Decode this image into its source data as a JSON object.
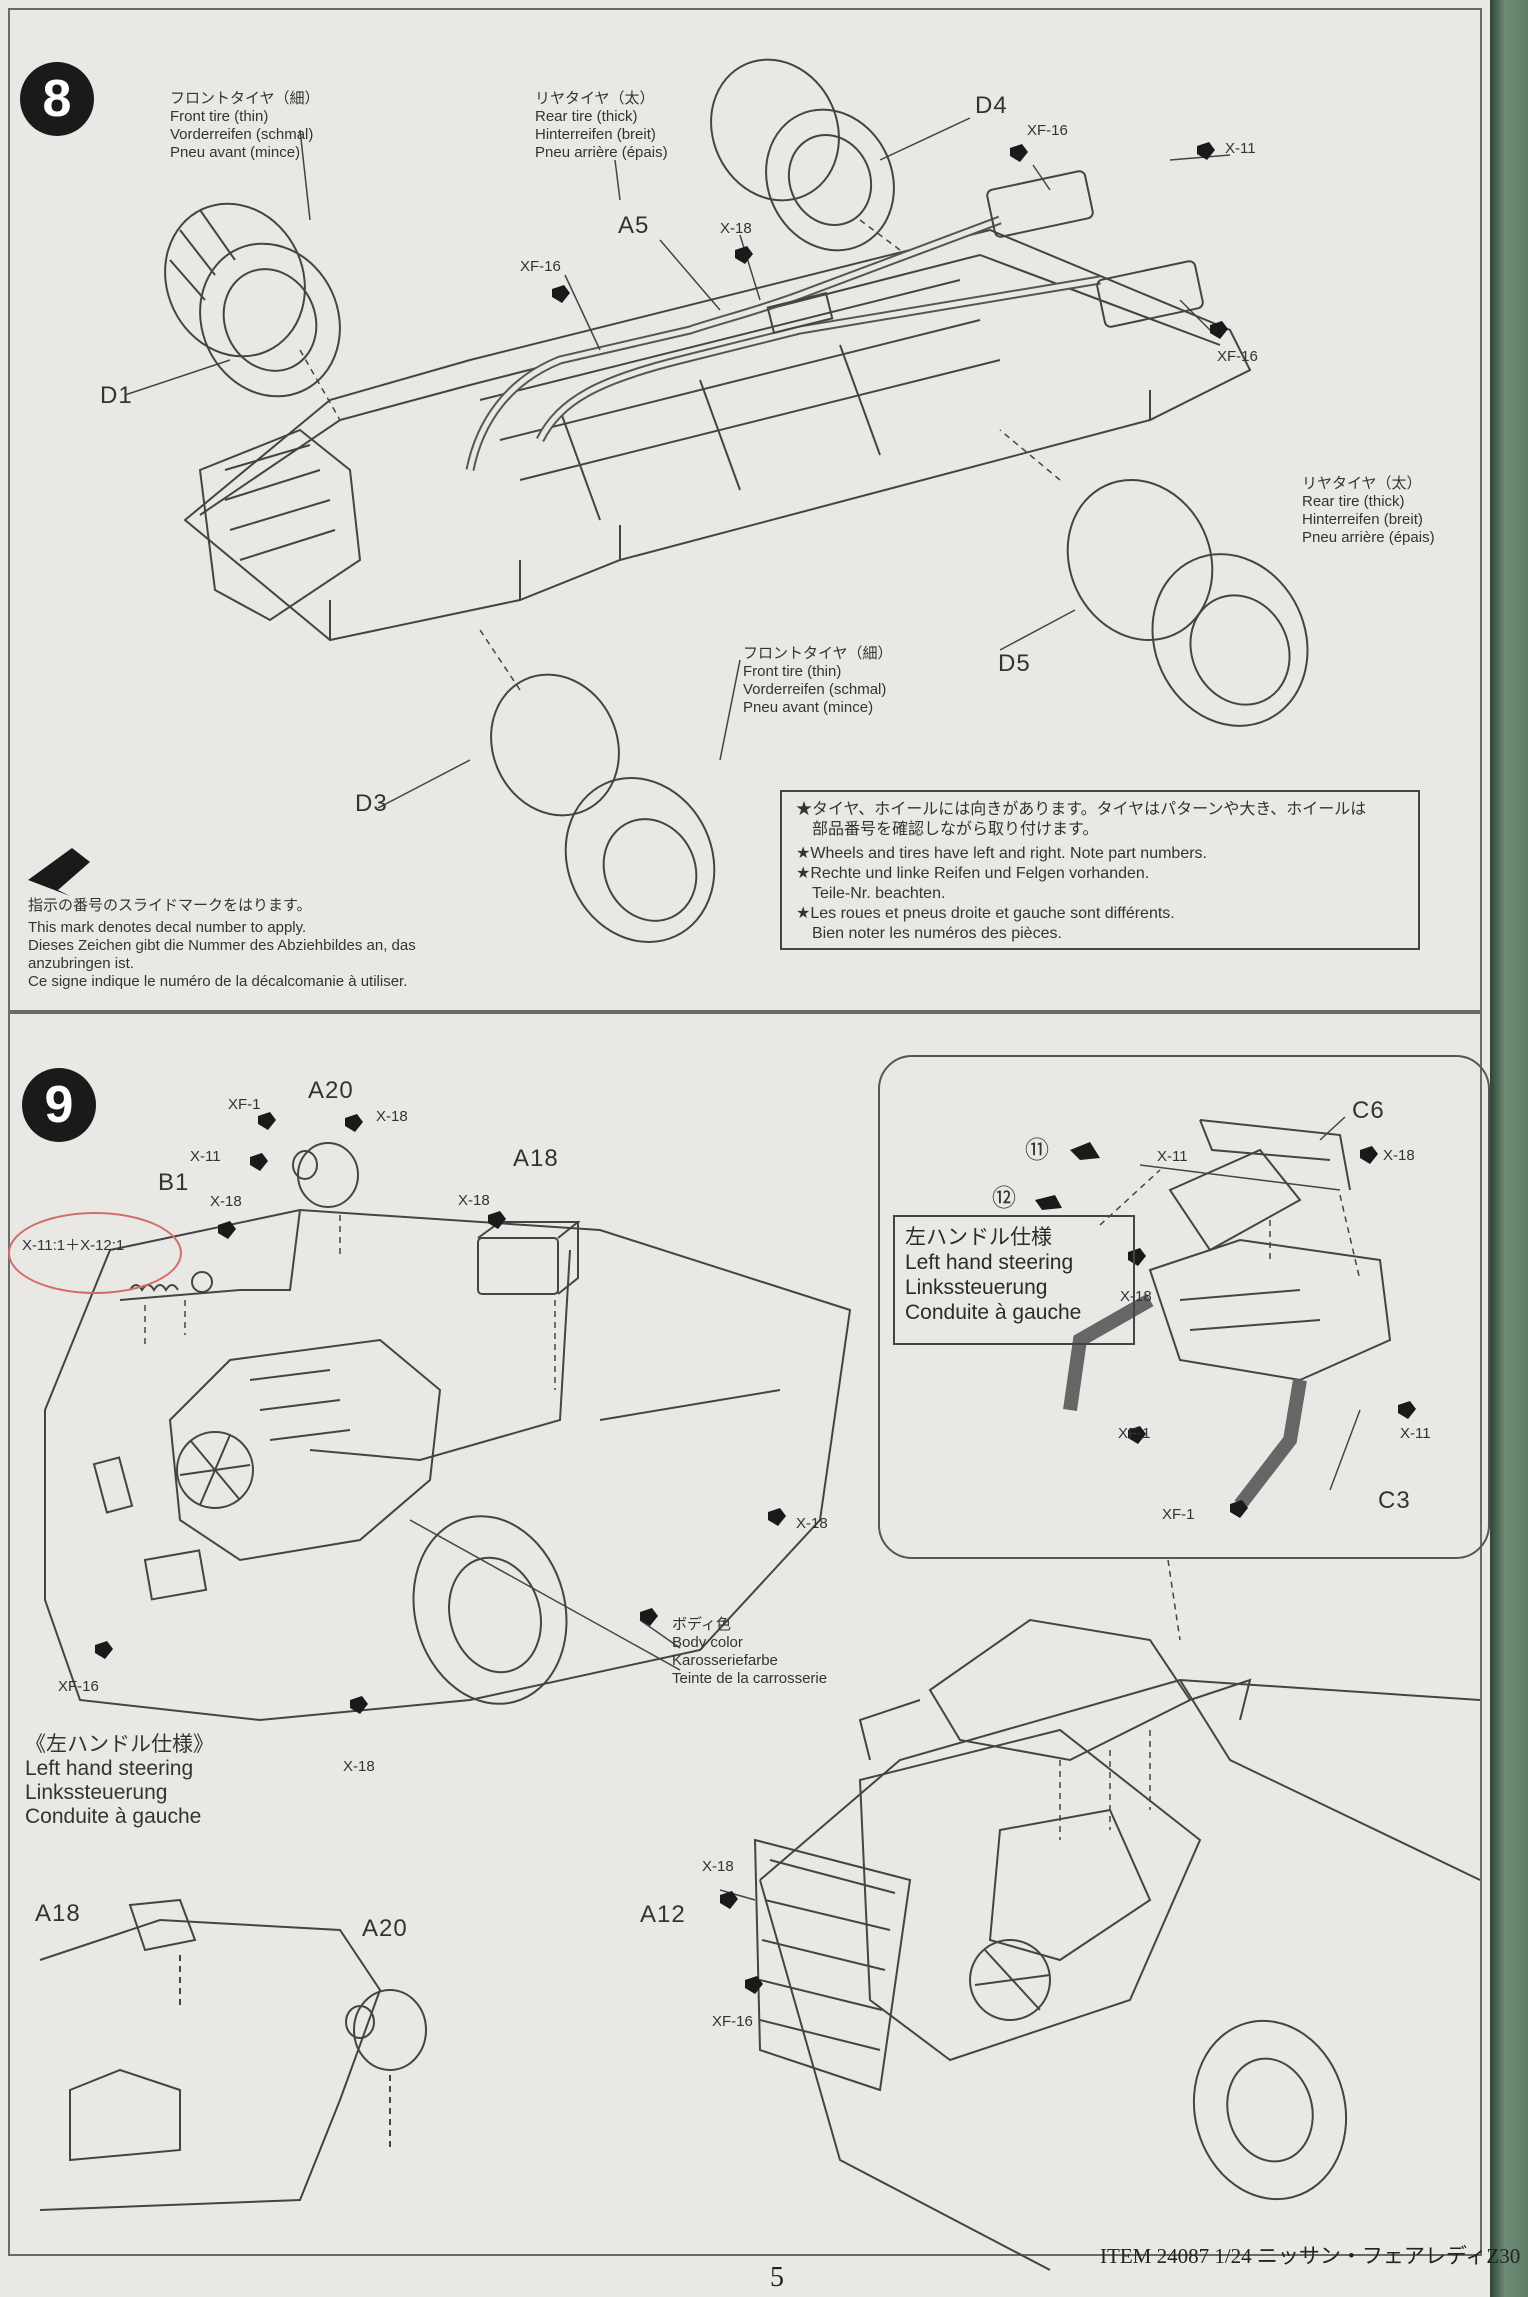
{
  "steps": {
    "step8": {
      "number": "8",
      "front_tire_left": {
        "jp": "フロントタイヤ（細）",
        "en": "Front tire (thin)",
        "de": "Vorderreifen (schmal)",
        "fr": "Pneu avant (mince)"
      },
      "rear_tire_top": {
        "jp": "リヤタイヤ（太）",
        "en": "Rear tire (thick)",
        "de": "Hinterreifen (breit)",
        "fr": "Pneu arrière (épais)"
      },
      "rear_tire_right": {
        "jp": "リヤタイヤ（太）",
        "en": "Rear tire (thick)",
        "de": "Hinterreifen (breit)",
        "fr": "Pneu arrière (épais)"
      },
      "front_tire_bottom": {
        "jp": "フロントタイヤ（細）",
        "en": "Front tire (thin)",
        "de": "Vorderreifen (schmal)",
        "fr": "Pneu avant (mince)"
      },
      "parts": {
        "d1": "D1",
        "d3": "D3",
        "d4": "D4",
        "d5": "D5",
        "a5": "A5"
      },
      "decals": {
        "xf16_a": "XF-16",
        "xf16_b": "XF-16",
        "xf16_c": "XF-16",
        "x18": "X-18",
        "x11": "X-11"
      },
      "decal_mark": {
        "jp": "指示の番号のスライドマークをはります。",
        "en": "This mark denotes decal number to apply.",
        "de1": "Dieses Zeichen gibt die Nummer des Abziehbildes an, das",
        "de2": "anzubringen ist.",
        "fr": "Ce signe indique le numéro de la décalcomanie à utiliser."
      },
      "note": {
        "jp1": "★タイヤ、ホイールには向きがあります。タイヤはパターンや大き、ホイールは",
        "jp2": "部品番号を確認しながら取り付けます。",
        "en": "★Wheels and tires have left and right. Note part numbers.",
        "de1": "★Rechte und linke Reifen und Felgen vorhanden.",
        "de2": "Teile-Nr. beachten.",
        "fr1": "★Les roues et pneus droite et gauche sont différents.",
        "fr2": "Bien noter les numéros des pièces."
      }
    },
    "step9": {
      "number": "9",
      "parts": {
        "a20": "A20",
        "b1": "B1",
        "a18": "A18",
        "c6": "C6",
        "c3": "C3",
        "a12": "A12",
        "a18_b": "A18",
        "a20_b": "A20"
      },
      "decals": {
        "xf1_a": "XF-1",
        "x18_a": "X-18",
        "x11_a": "X-11",
        "x18_b": "X-18",
        "x18_c": "X-18",
        "x18_d": "X-18",
        "xf16_a": "XF-16",
        "x18_e": "X-18",
        "x11_i": "X-11",
        "x18_i": "X-18",
        "x18_j": "X-18",
        "xf1_i": "XF-1",
        "x11_k": "X-11",
        "xf1_k": "XF-1",
        "x18_m": "X-18",
        "xf16_m": "XF-16"
      },
      "mix": "X-11:1＋X-12:1",
      "body_color": {
        "jp": "ボディ色",
        "en": "Body color",
        "de": "Karosseriefarbe",
        "fr": "Teinte de la carrosserie"
      },
      "lhd_left": {
        "jp": "《左ハンドル仕様》",
        "en": "Left hand steering",
        "de": "Linkssteuerung",
        "fr": "Conduite à gauche"
      },
      "lhd_box": {
        "ref11": "⑪",
        "ref12": "⑫",
        "jp": "左ハンドル仕様",
        "en": "Left hand steering",
        "de": "Linkssteuerung",
        "fr": "Conduite à gauche"
      }
    }
  },
  "footer": {
    "page": "5",
    "item": "ITEM 24087   1/24   ニッサン・フェアレディZ30"
  }
}
